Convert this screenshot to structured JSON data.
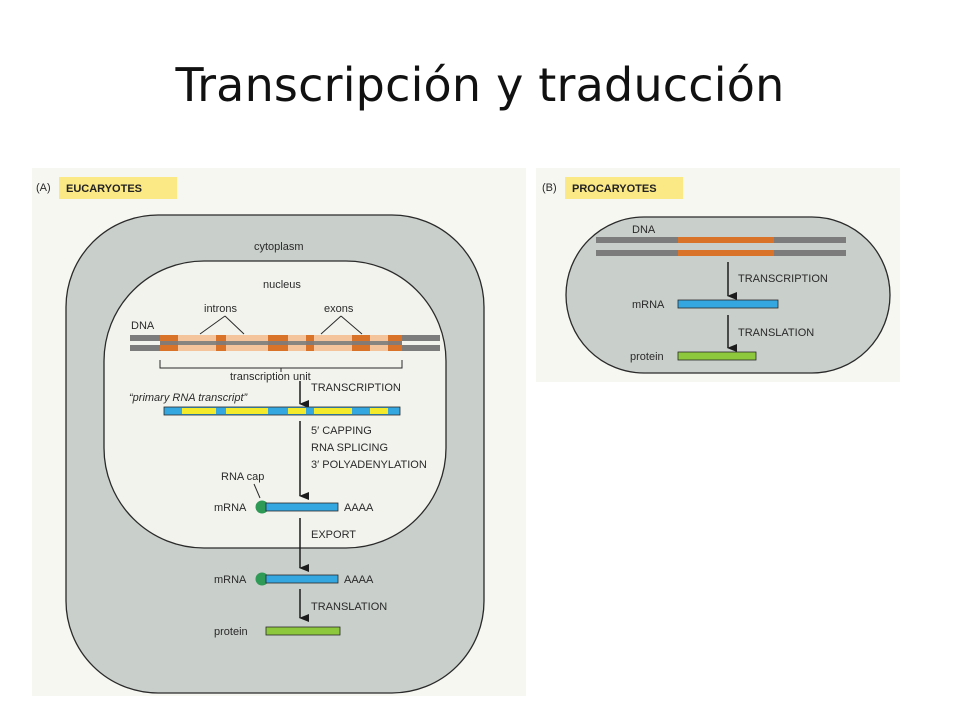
{
  "slide": {
    "title": "Transcripción y traducción"
  },
  "colors": {
    "cell_fill": "#c9cfcb",
    "nucleus_fill": "#f3f3ee",
    "dna_strand": "#7c7c7c",
    "exon": "#d9732a",
    "intron": "#f4c59d",
    "rna_blue": "#35a7e0",
    "rna_yellow": "#f2ea2b",
    "cap_green": "#2e9a55",
    "protein_green": "#8cc73c",
    "tag_yellow": "#fbe986"
  },
  "panel_a": {
    "letter": "(A)",
    "tag": "EUCARYOTES",
    "cytoplasm": "cytoplasm",
    "nucleus": "nucleus",
    "introns": "introns",
    "exons": "exons",
    "dna": "DNA",
    "transcription_unit": "transcription unit",
    "transcription": "TRANSCRIPTION",
    "primary_transcript": "“primary RNA transcript”",
    "capping": "5′ CAPPING",
    "splicing": "RNA SPLICING",
    "polyadenylation": "3′ POLYADENYLATION",
    "rna_cap": "RNA cap",
    "mrna_nucleus": "mRNA",
    "aaaa_nucleus": "AAAA",
    "export": "EXPORT",
    "mrna_cytoplasm": "mRNA",
    "aaaa_cytoplasm": "AAAA",
    "translation": "TRANSLATION",
    "protein": "protein"
  },
  "panel_b": {
    "letter": "(B)",
    "tag": "PROCARYOTES",
    "dna": "DNA",
    "transcription": "TRANSCRIPTION",
    "mrna": "mRNA",
    "translation": "TRANSLATION",
    "protein": "protein"
  }
}
